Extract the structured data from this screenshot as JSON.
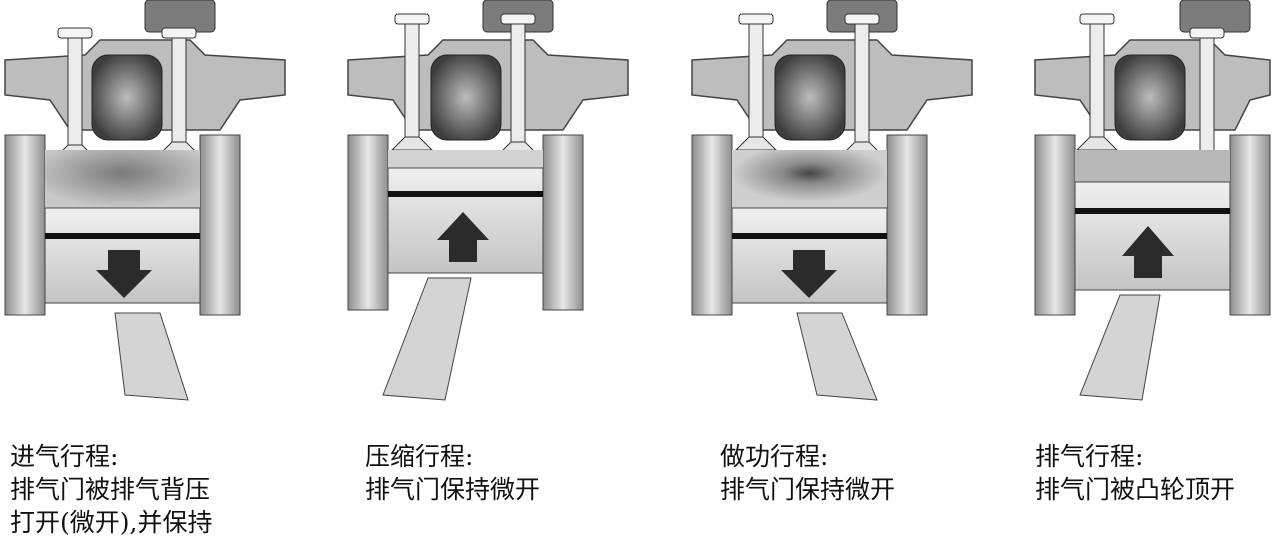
{
  "stages": [
    {
      "id": "intake",
      "title": "进气行程:",
      "lines": [
        "排气门被排气背压",
        "打开(微开),并保持"
      ],
      "arrow": "down",
      "piston_level": "low",
      "chamber_shade": "light",
      "hot_spot": false
    },
    {
      "id": "compression",
      "title": "压缩行程:",
      "lines": [
        "排气门保持微开"
      ],
      "arrow": "up",
      "piston_level": "high",
      "chamber_shade": "light",
      "hot_spot": false
    },
    {
      "id": "power",
      "title": "做功行程:",
      "lines": [
        "排气门保持微开"
      ],
      "arrow": "down",
      "piston_level": "low",
      "chamber_shade": "medium",
      "hot_spot": true
    },
    {
      "id": "exhaust",
      "title": "排气行程:",
      "lines": [
        "排气门被凸轮顶开"
      ],
      "arrow": "up",
      "piston_level": "mid",
      "chamber_shade": "medium",
      "hot_spot": false
    }
  ],
  "colors": {
    "metal_light": "#d9d9d9",
    "metal_mid": "#a8a8a8",
    "metal_dark": "#5a5a5a",
    "arrow": "#2b2b2b",
    "ring": "#111111"
  }
}
